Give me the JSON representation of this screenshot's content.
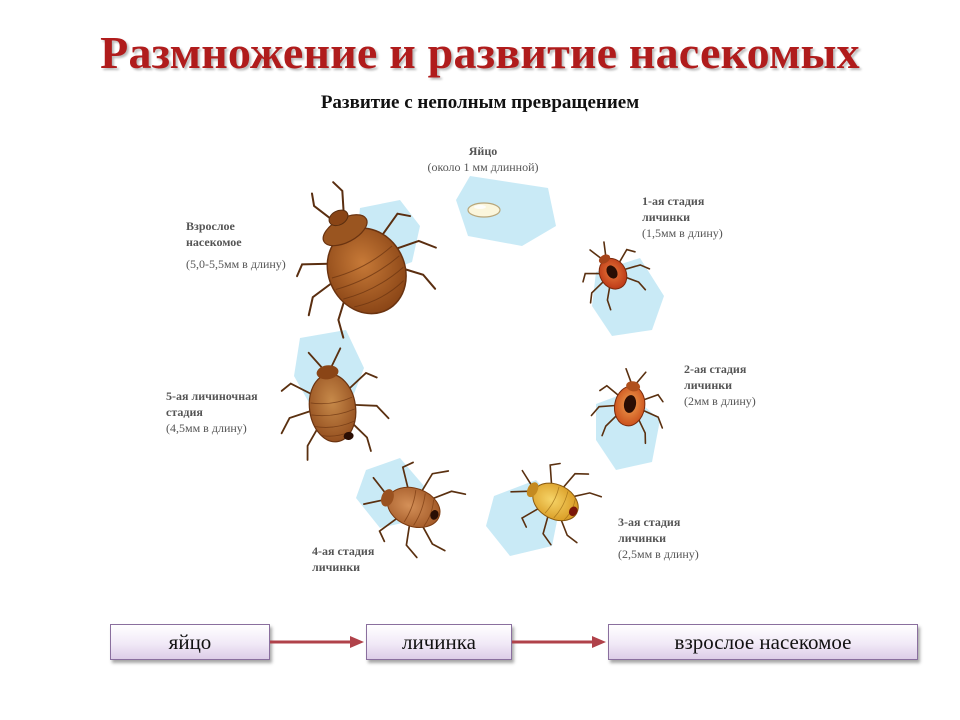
{
  "title": "Размножение и развитие насекомых",
  "subtitle": "Развитие с неполным превращением",
  "stages": {
    "egg": {
      "name": "Яйцо",
      "size": "(около 1 мм длинной)"
    },
    "instar1": {
      "name1": "1-ая стадия",
      "name2": "личинки",
      "size": "(1,5мм в длину)"
    },
    "instar2": {
      "name1": "2-ая стадия",
      "name2": "личинки",
      "size": "(2мм в длину)"
    },
    "instar3": {
      "name1": "3-ая стадия",
      "name2": "личинки",
      "size": "(2,5мм в длину)"
    },
    "instar4": {
      "name1": "4-ая стадия",
      "name2": "личинки"
    },
    "instar5": {
      "name1": "5-ая личиночная",
      "name2": "стадия",
      "size": "(4,5мм в длину)"
    },
    "adult": {
      "name1": "Взрослое",
      "name2": "насекомое",
      "size": "(5,0-5,5мм в длину)"
    }
  },
  "flow": {
    "step1": "яйцо",
    "step2": "личинка",
    "step3": "взрослое насекомое"
  },
  "colors": {
    "title": "#b01c1c",
    "hexagon": "#bfe6f5",
    "arrow": "#b0424a",
    "adult_body": "#a85a22",
    "nymph_light": "#e8b23a",
    "nymph_dark": "#d3531c"
  }
}
